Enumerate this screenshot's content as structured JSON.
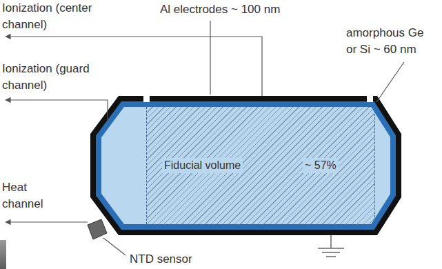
{
  "diagram": {
    "nodes": [
      {
        "text": [
          "Fiducial volume",
          "~ 57%"
        ]
      }
    ],
    "labels": [
      "Ionization (center channel)",
      "Al electrodes ~ 100 nm",
      "amorphous Ge or Si ~ 60 nm",
      "Ionization (guard channel)",
      "Heat channel",
      "NTD sensor"
    ]
  }
}
